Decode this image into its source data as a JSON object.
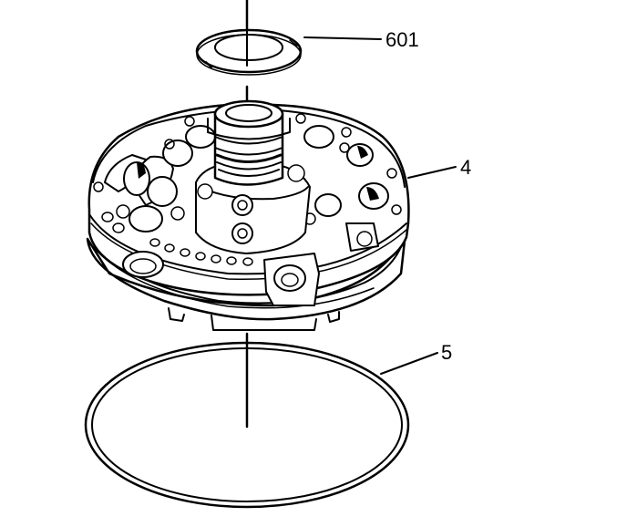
{
  "diagram": {
    "callouts": [
      {
        "id": "washer",
        "label": "601"
      },
      {
        "id": "pump",
        "label": "4"
      },
      {
        "id": "seal",
        "label": "5"
      }
    ],
    "colors": {
      "ink": "#000000",
      "paper": "#ffffff"
    }
  }
}
